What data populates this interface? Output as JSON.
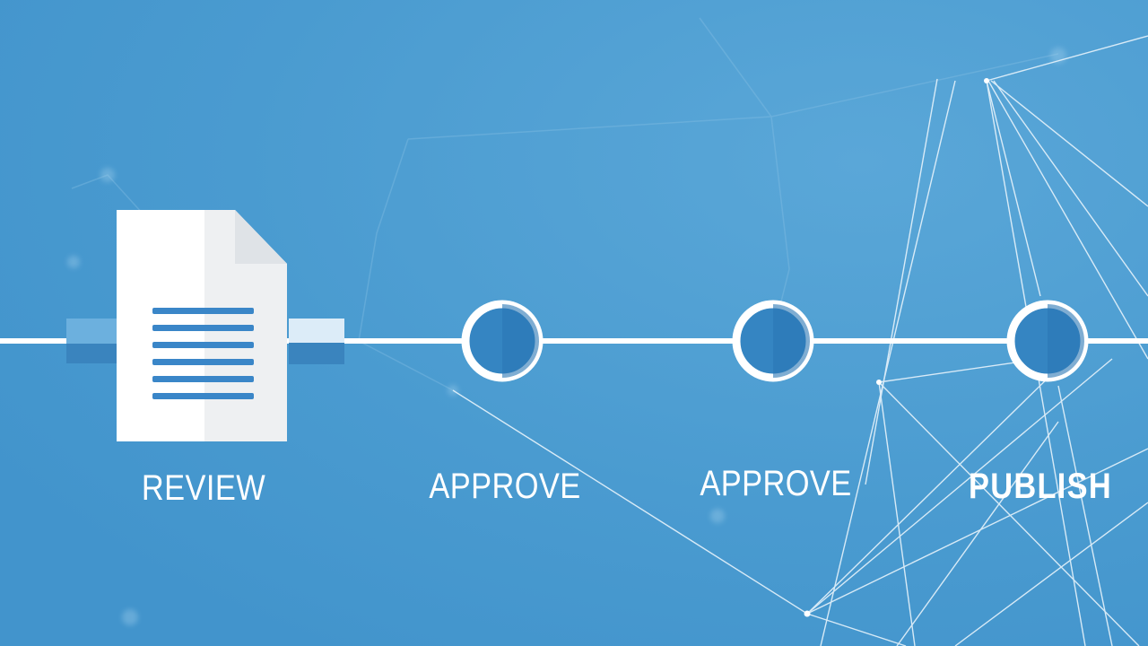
{
  "workflow": {
    "steps": [
      {
        "label": "REVIEW",
        "icon": "document-icon"
      },
      {
        "label": "APPROVE",
        "icon": "ring-node-icon"
      },
      {
        "label": "APPROVE",
        "icon": "ring-node-icon"
      },
      {
        "label": "PUBLISH",
        "icon": "ring-node-icon"
      }
    ]
  },
  "colors": {
    "background": "#4a9bd0",
    "line": "#ffffff",
    "node_fill": "#3585c2",
    "document_lines": "#3a86c8"
  }
}
